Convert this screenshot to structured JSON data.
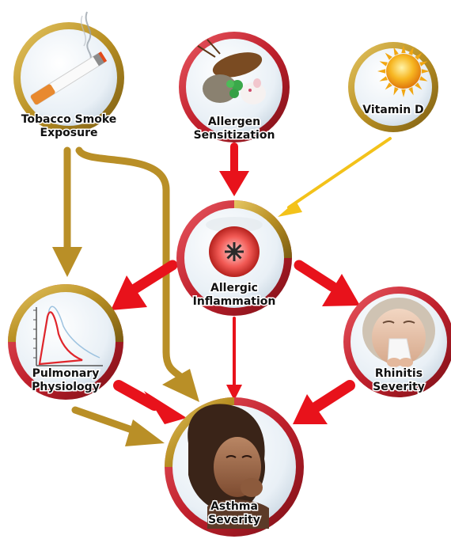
{
  "nodes": {
    "tobacco": {
      "line1": "Tobacco Smoke",
      "line2": "Exposure",
      "ring": "gold",
      "icon": "cigarette-icon"
    },
    "allergen": {
      "line1": "Allergen",
      "line2": "Sensitization",
      "ring": "red",
      "icon": "allergen-collage-icon"
    },
    "vitamin": {
      "line1": "Vitamin D",
      "line2": "",
      "ring": "gold",
      "icon": "sun-icon"
    },
    "inflammation": {
      "line1": "Allergic",
      "line2": "Inflammation",
      "ring": "red-gold",
      "icon": "airway-cross-section-icon"
    },
    "pulmonary": {
      "line1": "Pulmonary",
      "line2": "Physiology",
      "ring": "gold-red",
      "icon": "flow-volume-curve-icon"
    },
    "rhinitis": {
      "line1": "Rhinitis",
      "line2": "Severity",
      "ring": "red",
      "icon": "sneezing-person-icon"
    },
    "asthma": {
      "line1": "Asthma",
      "line2": "Severity",
      "ring": "gold-red",
      "icon": "coughing-child-icon"
    }
  },
  "colors": {
    "gold_ring": "#c6a23a",
    "red_ring": "#c92a35",
    "red_arrow": "#e8121b",
    "gold_arrow": "#b98f27",
    "yellow_arrow": "#f3c21a"
  }
}
